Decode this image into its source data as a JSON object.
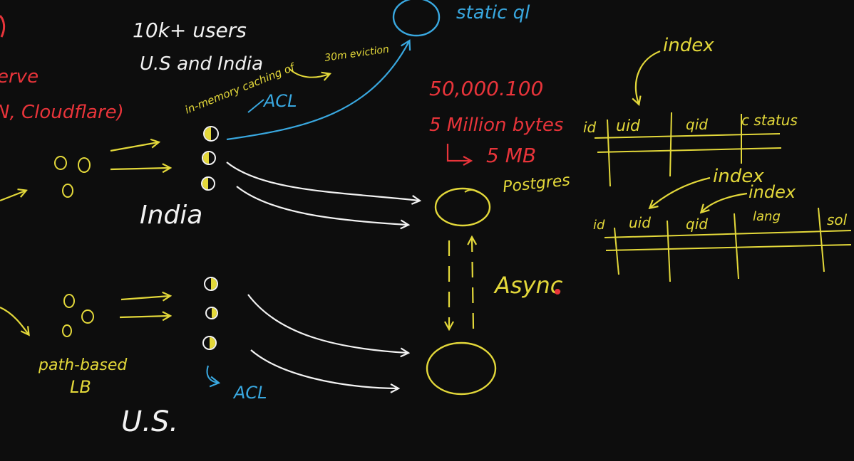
{
  "colors": {
    "background": "#0d0d0d",
    "white": "#f2f2f2",
    "yellow": "#e3d83a",
    "red": "#e8343a",
    "blue": "#39a8e0"
  },
  "labels": {
    "users": "10k+ users",
    "regions": "U.S and India",
    "eviction": "30m eviction",
    "inmem_caching": "in-memory caching of",
    "acl_top": "ACL",
    "static_ql": "static ql",
    "serve": "erve",
    "cloudflare": "N, Cloudflare)",
    "india": "India",
    "us": "U.S.",
    "path_lb_1": "path-based",
    "path_lb_2": "LB",
    "acl_bottom": "ACL",
    "postgres": "Postgres",
    "async": "Async",
    "calc_1": "50,000.100",
    "calc_2": "5 Million bytes",
    "calc_3": "5 MB"
  },
  "table1": {
    "index_label": "index",
    "columns": [
      "id",
      "uid",
      "qid",
      "c status"
    ]
  },
  "table2": {
    "index_label_1": "index",
    "index_label_2": "index",
    "columns": [
      "id",
      "uid",
      "qid",
      "lang",
      "sol"
    ]
  }
}
